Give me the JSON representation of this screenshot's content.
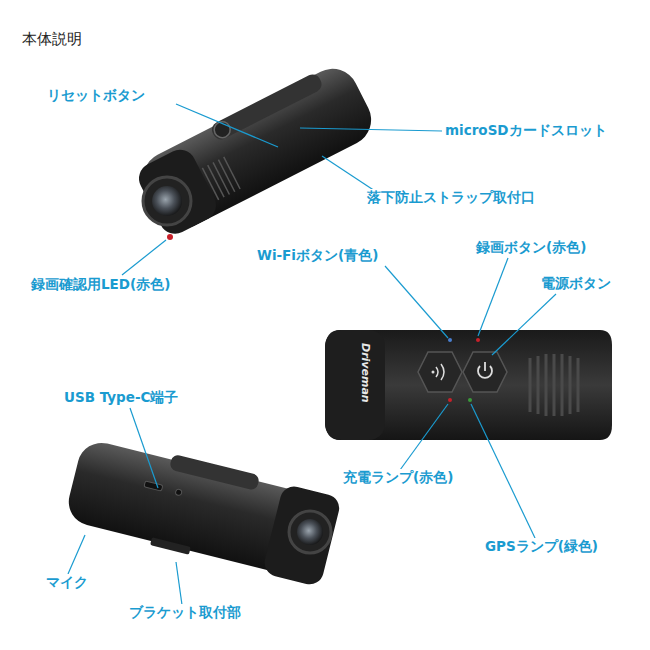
{
  "diagram": {
    "title": "本体説明",
    "labels": [
      "リセットボタン",
      "microSDカードスロット",
      "落下防止ストラップ取付口",
      "録画確認用LED(赤色)",
      "Wi-Fiボタン(青色)",
      "録画ボタン(赤色)",
      "電源ボタン",
      "USB Type-C端子",
      "充電ランプ(赤色)",
      "GPSランプ(緑色)",
      "マイク",
      "ブラケット取付部",
      "Driveman"
    ]
  }
}
